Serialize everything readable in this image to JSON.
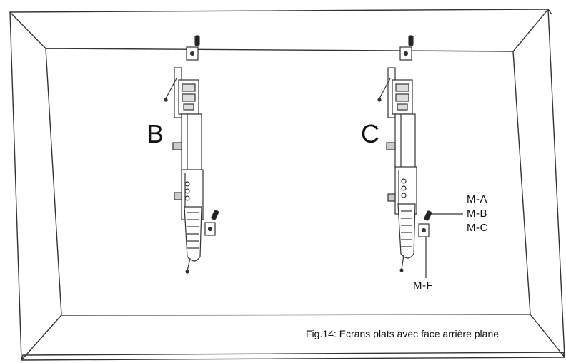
{
  "figure": {
    "label_b": "B",
    "label_c": "C",
    "parts": {
      "m_a": "M-A",
      "m_b": "M-B",
      "m_c": "M-C",
      "m_f": "M-F"
    },
    "caption": "Fig.14: Ecrans plats avec face arrière plane"
  },
  "colors": {
    "line": "#333333",
    "background": "#ffffff"
  }
}
